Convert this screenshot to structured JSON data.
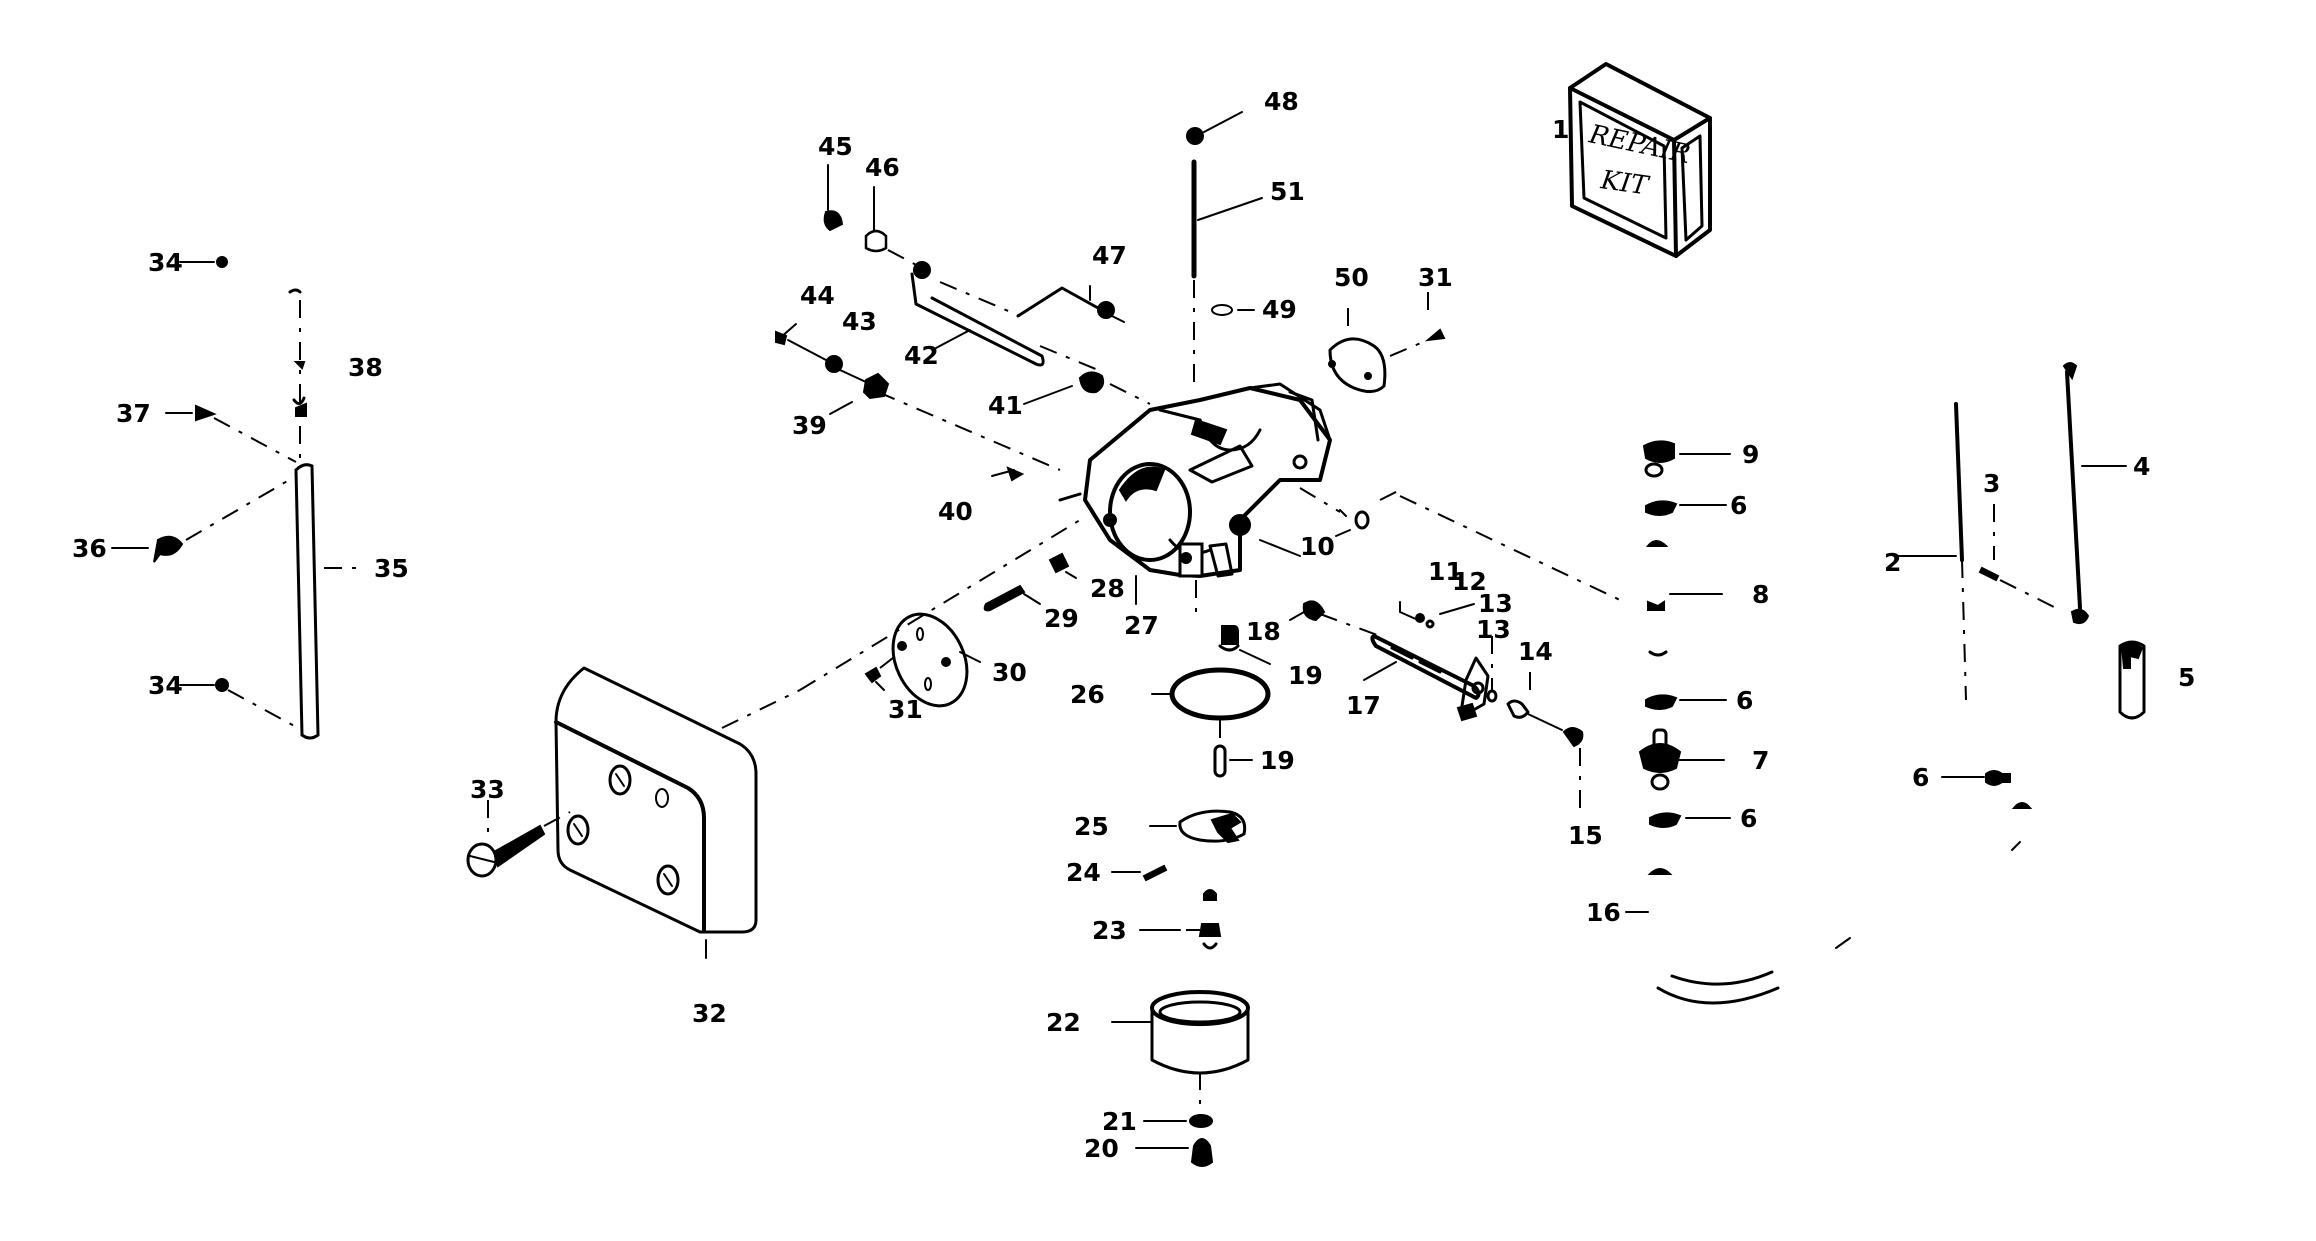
{
  "diagram": {
    "type": "exploded-parts-diagram",
    "subject": "carburetor",
    "colors": {
      "ink": "#000000",
      "background": "#ffffff"
    },
    "kit_box": {
      "line1": "REPAIR",
      "line2": "KIT"
    },
    "labels": {
      "p1": "1",
      "p2": "2",
      "p3": "3",
      "p4": "4",
      "p5": "5",
      "p6a": "6",
      "p6b": "6",
      "p6c": "6",
      "p6d": "6",
      "p7": "7",
      "p8": "8",
      "p9": "9",
      "p10": "10",
      "p11": "11",
      "p12": "12",
      "p13a": "13",
      "p13b": "13",
      "p14": "14",
      "p15": "15",
      "p16": "16",
      "p17": "17",
      "p18": "18",
      "p19a": "19",
      "p19b": "19",
      "p20": "20",
      "p21": "21",
      "p22": "22",
      "p23": "23",
      "p24": "24",
      "p25": "25",
      "p26": "26",
      "p27": "27",
      "p28": "28",
      "p29": "29",
      "p30": "30",
      "p31a": "31",
      "p31b": "31",
      "p32": "32",
      "p33": "33",
      "p34a": "34",
      "p34b": "34",
      "p35": "35",
      "p36": "36",
      "p37": "37",
      "p38": "38",
      "p39": "39",
      "p40": "40",
      "p41": "41",
      "p42": "42",
      "p43": "43",
      "p44": "44",
      "p45": "45",
      "p46": "46",
      "p47": "47",
      "p48": "48",
      "p49": "49",
      "p50": "50",
      "p51": "51"
    }
  }
}
